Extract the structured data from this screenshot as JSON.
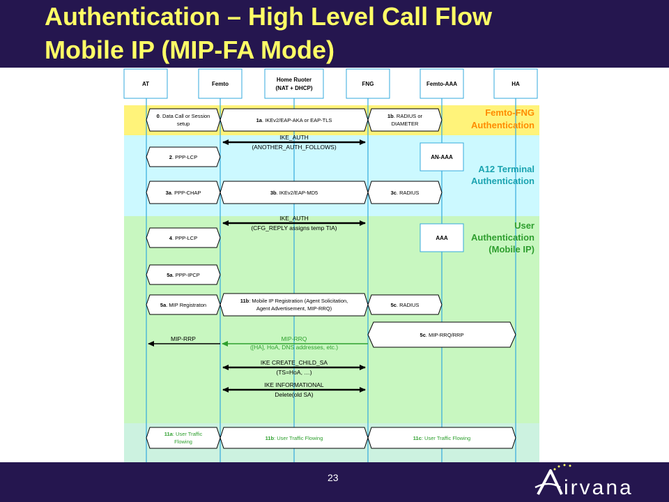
{
  "title": {
    "line1": "Authentication – High Level Call Flow",
    "line2": "Mobile IP (MIP-FA Mode)"
  },
  "colors": {
    "title_band": "#25164f",
    "title_text": "#ffff66",
    "section_femto_fng": "#fff37a",
    "section_a12": "#ccf9ff",
    "section_user": "#c8f7c0",
    "section_traffic": "#ccf2e0",
    "femto_fng_label": "#ff8c00",
    "a12_label": "#1aa3b0",
    "user_label": "#2e9e2e",
    "lifeline": "#33aadd",
    "green_arrow": "#2ea02e"
  },
  "entities": [
    {
      "id": "at",
      "label": "AT"
    },
    {
      "id": "femto",
      "label": "Femto"
    },
    {
      "id": "router",
      "label": "Home Ruoter",
      "label2": "(NAT + DHCP)"
    },
    {
      "id": "fng",
      "label": "FNG"
    },
    {
      "id": "femto_aaa",
      "label": "Femto-AAA"
    },
    {
      "id": "ha",
      "label": "HA"
    }
  ],
  "sections": {
    "femto_fng": {
      "line1": "Femto-FNG",
      "line2": "Authentication"
    },
    "a12": {
      "line1": "A12 Terminal",
      "line2": "Authentication"
    },
    "user": {
      "line1": "User",
      "line2": "Authentication",
      "line3": "(Mobile IP)"
    }
  },
  "an_aaa": "AN-AAA",
  "aaa": "AAA",
  "messages": {
    "m0": {
      "num": "0",
      "text": ". Data Call or Session",
      "line2": "setup"
    },
    "m1a": {
      "num": "1a",
      "text": ". IKEv2/EAP-AKA or EAP-TLS"
    },
    "m1b": {
      "num": "1b",
      "text": ". RADIUS or",
      "line2": "DIAMETER"
    },
    "ike_auth_1": {
      "line1": "IKE_AUTH",
      "line2": "(ANOTHER_AUTH_FOLLOWS)"
    },
    "m2": {
      "num": "2",
      "text": ". PPP-LCP"
    },
    "m3a": {
      "num": "3a",
      "text": ". PPP-CHAP"
    },
    "m3b": {
      "num": "3b",
      "text": ". IKEv2/EAP-MD5"
    },
    "m3c": {
      "num": "3c",
      "text": ". RADIUS"
    },
    "ike_auth_2": {
      "line1": "IKE_AUTH",
      "line2": "(CFG_REPLY assigns temp TIA)"
    },
    "m4": {
      "num": "4",
      "text": ". PPP-LCP"
    },
    "m5a_ipcp": {
      "num": "5a",
      "text": ". PPP-IPCP"
    },
    "m5a_mip": {
      "num": "5a",
      "text": ". MIP Registraton"
    },
    "m11b_reg": {
      "num": "11b",
      "text": ": Mobile IP Registration (Agent Solicitation,",
      "line2": "Agent Advertisement, MIP-RRQ)"
    },
    "m5c_radius": {
      "num": "5c",
      "text": ". RADIUS"
    },
    "m5c_mip": {
      "num": "5c",
      "text": ". MIP-RRQ/RRP"
    },
    "mip_rrp": "MIP-RRP",
    "mip_rrq": {
      "line1": "MIP-RRQ",
      "line2": "([HA], HoA, DNS addresses, etc.)"
    },
    "ike_child": {
      "line1": "IKE CREATE_CHILD_SA",
      "line2": "(TS=HoA, …)"
    },
    "ike_info": {
      "line1": "IKE INFORMATIONAL",
      "line2": "Delete(old SA)"
    },
    "m11a": {
      "num": "11a",
      "text": ": User Traffic",
      "line2": "Flowing"
    },
    "m11b": {
      "num": "11b",
      "text": ": User Traffic Flowing"
    },
    "m11c": {
      "num": "11c",
      "text": ": User Traffic Flowing"
    }
  },
  "footer": {
    "page_number": "23",
    "brand": "irvana"
  }
}
